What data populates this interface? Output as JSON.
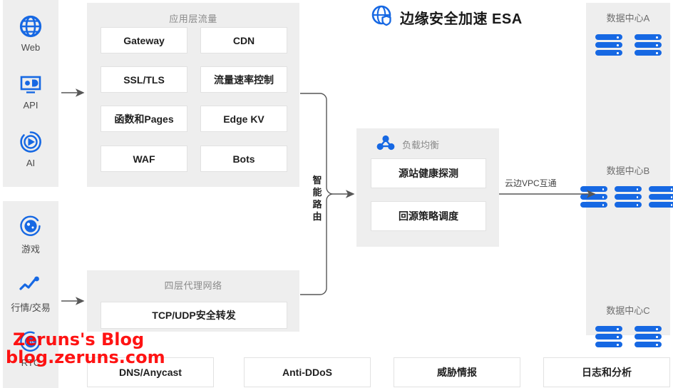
{
  "header": {
    "title": "边缘安全加速 ESA",
    "icon": "globe-shield-icon"
  },
  "sources": {
    "group_top": [
      {
        "label": "Web",
        "icon": "globe-icon"
      },
      {
        "label": "API",
        "icon": "api-icon"
      },
      {
        "label": "AI",
        "icon": "ai-icon"
      }
    ],
    "group_bottom": [
      {
        "label": "游戏",
        "icon": "game-icon"
      },
      {
        "label": "行情/交易",
        "icon": "market-trading-icon"
      },
      {
        "label": "RTC",
        "icon": "rtc-icon"
      }
    ]
  },
  "app_layer": {
    "title": "应用层流量",
    "cards": [
      "Gateway",
      "CDN",
      "SSL/TLS",
      "流量速率控制",
      "函数和Pages",
      "Edge KV",
      "WAF",
      "Bots"
    ]
  },
  "l4_layer": {
    "title": "四层代理网络",
    "cards": [
      "TCP/UDP安全转发"
    ]
  },
  "routing": {
    "label": "智能路由"
  },
  "load_balancer": {
    "title": "负载均衡",
    "icon": "load-balancer-icon",
    "cards": [
      "源站健康探测",
      "回源策略调度"
    ]
  },
  "vpc_link": {
    "label": "云边VPC互通"
  },
  "data_centers": [
    {
      "title": "数据中心A",
      "servers": 2
    },
    {
      "title": "数据中心B",
      "servers": 3
    },
    {
      "title": "数据中心C",
      "servers": 2
    }
  ],
  "bottom_bar": {
    "cards": [
      "DNS/Anycast",
      "Anti-DDoS",
      "威胁情报",
      "日志和分析"
    ]
  },
  "watermark": {
    "line1": "Zeruns's Blog",
    "line2": "blog.zeruns.com"
  },
  "colors": {
    "accent_blue": "#1668e3",
    "panel_gray": "#eeeeee",
    "card_border": "#e2e2e2",
    "muted_text": "#8a8a8a",
    "watermark_red": "#ff0000"
  }
}
